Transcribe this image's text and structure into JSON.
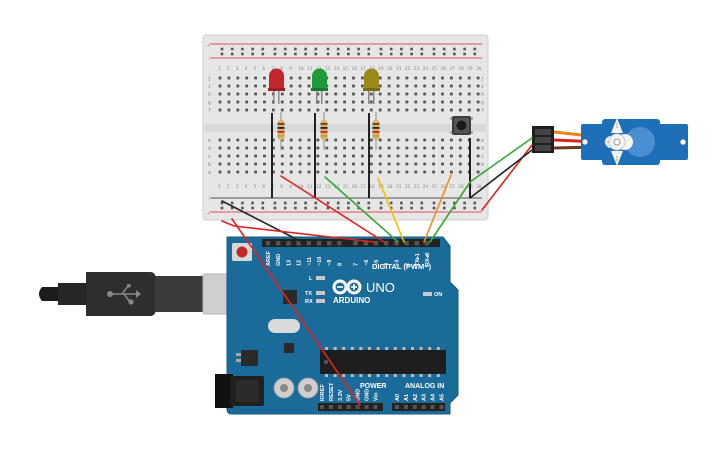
{
  "arduino": {
    "brand": "ARDUINO",
    "model": "UNO",
    "digital_header": "DIGITAL (PWM~)",
    "power_header": "POWER",
    "analog_header": "ANALOG IN",
    "on_label": "ON",
    "led_labels": {
      "l": "L",
      "tx": "TX",
      "rx": "RX"
    },
    "digital_pins": [
      "AREF",
      "GND",
      "13",
      "12",
      "~11",
      "~10",
      "~9",
      "8",
      "7",
      "~6",
      "~5",
      "4",
      "~3",
      "2",
      "TX▸1",
      "RX◂0"
    ],
    "power_pins": [
      "IOREF",
      "RESET",
      "3.3V",
      "5V",
      "GND",
      "GND",
      "Vin"
    ],
    "analog_pins": [
      "A0",
      "A1",
      "A2",
      "A3",
      "A4",
      "A5"
    ]
  },
  "breadboard": {
    "column_count": 30,
    "rows_top": [
      "j",
      "i",
      "h",
      "g",
      "f"
    ],
    "rows_bottom": [
      "e",
      "d",
      "c",
      "b",
      "a"
    ],
    "rail_plus": "+",
    "rail_minus": "-"
  },
  "components": {
    "leds": [
      {
        "name": "red",
        "color": "#c0282d"
      },
      {
        "name": "green",
        "color": "#1f9b3a"
      },
      {
        "name": "yellow",
        "color": "#9a8a1a"
      }
    ],
    "servo_color": "#1e6fb8"
  },
  "wire_colors": {
    "red": "#e0231f",
    "black": "#222222",
    "green": "#3aaa35",
    "yellow": "#f2c000",
    "orange": "#f08c1e"
  }
}
